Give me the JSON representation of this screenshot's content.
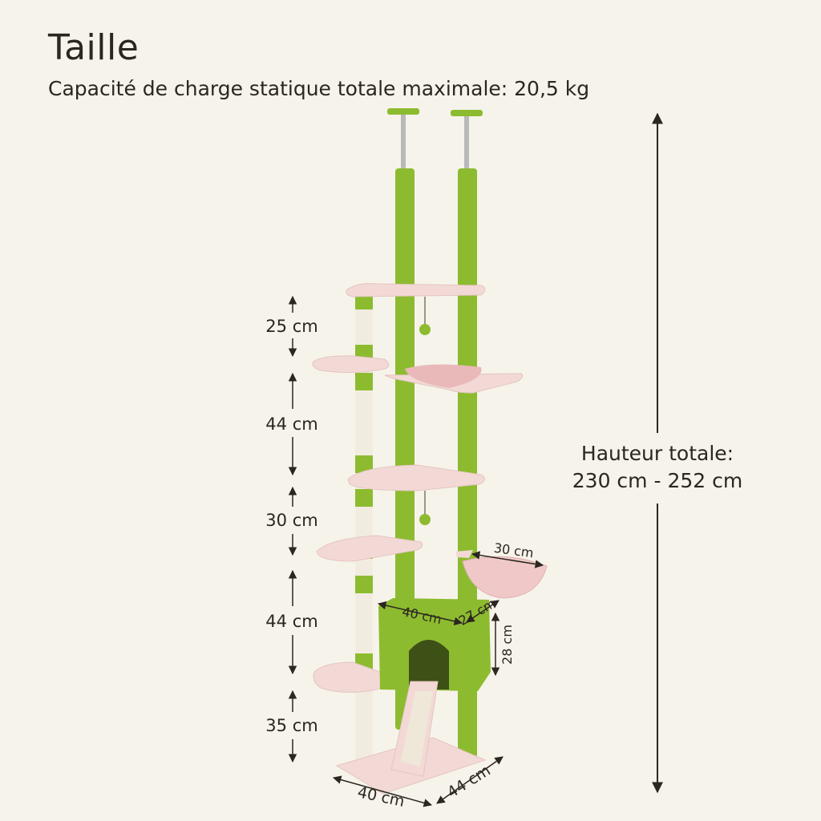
{
  "header": {
    "title": "Taille",
    "subtitle": "Capacité de charge statique totale  maximale: 20,5 kg"
  },
  "height_label": {
    "line1": "Hauteur totale:",
    "line2": "230 cm - 252 cm"
  },
  "level_dimensions": [
    "25 cm",
    "44 cm",
    "30 cm",
    "44 cm",
    "35 cm"
  ],
  "base_dimensions": {
    "width": "40 cm",
    "depth": "44 cm"
  },
  "house_dimensions": {
    "width": "40 cm",
    "depth": "27 cm",
    "height": "28 cm"
  },
  "basket_dimension": "30 cm",
  "colors": {
    "background": "#f6f3ea",
    "sisal_green": "#8dbb2f",
    "plush_pink": "#f3d9d6",
    "sisal_white": "#f2ece0",
    "text": "#2b2620"
  }
}
